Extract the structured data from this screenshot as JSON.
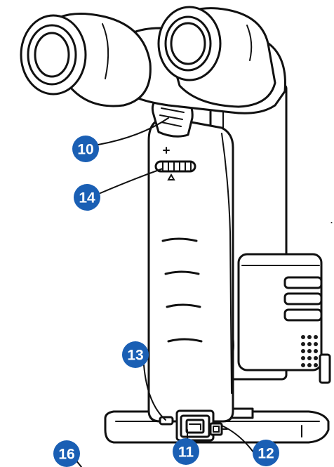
{
  "callouts": [
    {
      "number": "10",
      "color": "#1a5fb4"
    },
    {
      "number": "14",
      "color": "#1a5fb4"
    },
    {
      "number": "13",
      "color": "#1a5fb4"
    },
    {
      "number": "11",
      "color": "#1a5fb4"
    },
    {
      "number": "12",
      "color": "#1a5fb4"
    },
    {
      "number": "16",
      "color": "#1a5fb4"
    }
  ],
  "stray_mark": "."
}
